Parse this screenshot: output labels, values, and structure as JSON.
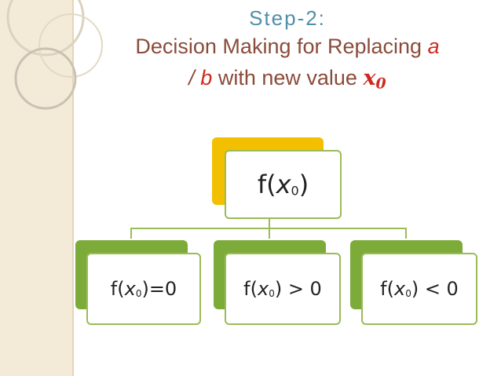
{
  "title": {
    "line1": "Step-2:",
    "line2_prefix": "Decision Making for Replacing ",
    "var_a": "a",
    "line3_slash": "/ ",
    "var_b": "b",
    "line3_mid": " with new value ",
    "var_x0": "x",
    "var_x0_sub": "0"
  },
  "diagram": {
    "root": {
      "pre": "f(",
      "var": "x",
      "sub": "0",
      "post": ")"
    },
    "children": [
      {
        "pre": "f(",
        "var": "x",
        "sub": "0",
        "post": ")=0"
      },
      {
        "pre": "f(",
        "var": "x",
        "sub": "0",
        "post": ") > 0"
      },
      {
        "pre": "f(",
        "var": "x",
        "sub": "0",
        "post": ") < 0"
      }
    ]
  },
  "colors": {
    "root_accent": "#f2c000",
    "child_accent": "#7dab3a",
    "border": "#9bbb59",
    "title_blue": "#4f8fa8",
    "title_brown": "#8a4b3a",
    "title_red": "#cc2b1f"
  }
}
